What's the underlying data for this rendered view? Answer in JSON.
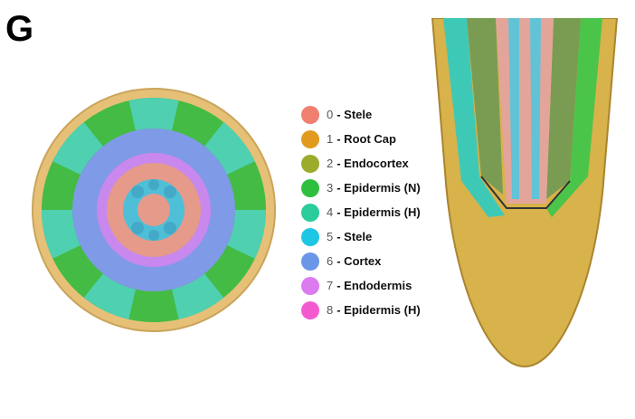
{
  "panel_label": "G",
  "legend": [
    {
      "index": "0",
      "label": "- Stele",
      "color": "#f07f6f"
    },
    {
      "index": "1",
      "label": "- Root Cap",
      "color": "#e19a1e"
    },
    {
      "index": "2",
      "label": "- Endocortex",
      "color": "#9bab2c"
    },
    {
      "index": "3",
      "label": "- Epidermis (N)",
      "color": "#2fbf3f"
    },
    {
      "index": "4",
      "label": "- Epidermis (H)",
      "color": "#29cc9a"
    },
    {
      "index": "5",
      "label": "- Stele",
      "color": "#1ec6e6"
    },
    {
      "index": "6",
      "label": "- Cortex",
      "color": "#6b96e8"
    },
    {
      "index": "7",
      "label": "- Endodermis",
      "color": "#dc7af0"
    },
    {
      "index": "8",
      "label": "- Epidermis (H)",
      "color": "#f45ad0"
    }
  ]
}
